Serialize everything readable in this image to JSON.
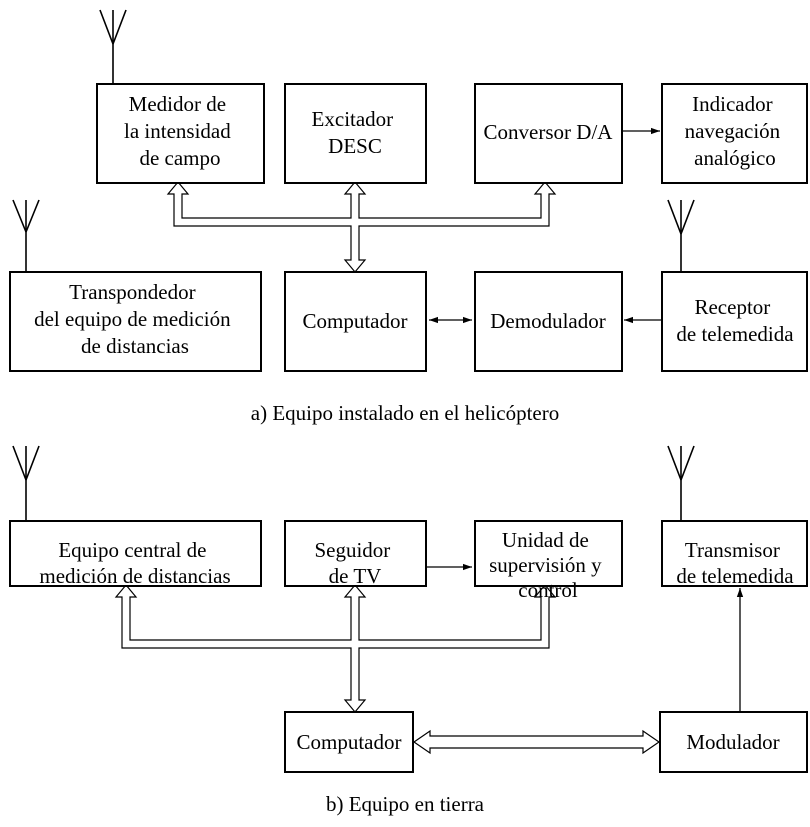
{
  "panels": {
    "a": {
      "caption": "a) Equipo instalado en el helicóptero",
      "blocks": {
        "field_meter": [
          "Medidor de",
          "la intensidad",
          "de campo"
        ],
        "exciter": [
          "Excitador",
          "DESC"
        ],
        "dac": [
          "Conversor D/A"
        ],
        "nav_indicator": [
          "Indicador",
          "navegación",
          "analógico"
        ],
        "transponder": [
          "Transpondedor",
          "del equipo de medición",
          "de distancias"
        ],
        "computer": [
          "Computador"
        ],
        "demodulator": [
          "Demodulador"
        ],
        "receiver": [
          "Receptor",
          "de telemedida"
        ]
      }
    },
    "b": {
      "caption": "b) Equipo en tierra",
      "blocks": {
        "dme_central": [
          "Equipo central de",
          "medición de distancias"
        ],
        "tv_tracker": [
          "Seguidor",
          "de TV"
        ],
        "supervision": [
          "Unidad de",
          "supervisión y",
          "control"
        ],
        "transmitter": [
          "Transmisor",
          "de telemedida"
        ],
        "computer": [
          "Computador"
        ],
        "modulator": [
          "Modulador"
        ]
      }
    }
  }
}
